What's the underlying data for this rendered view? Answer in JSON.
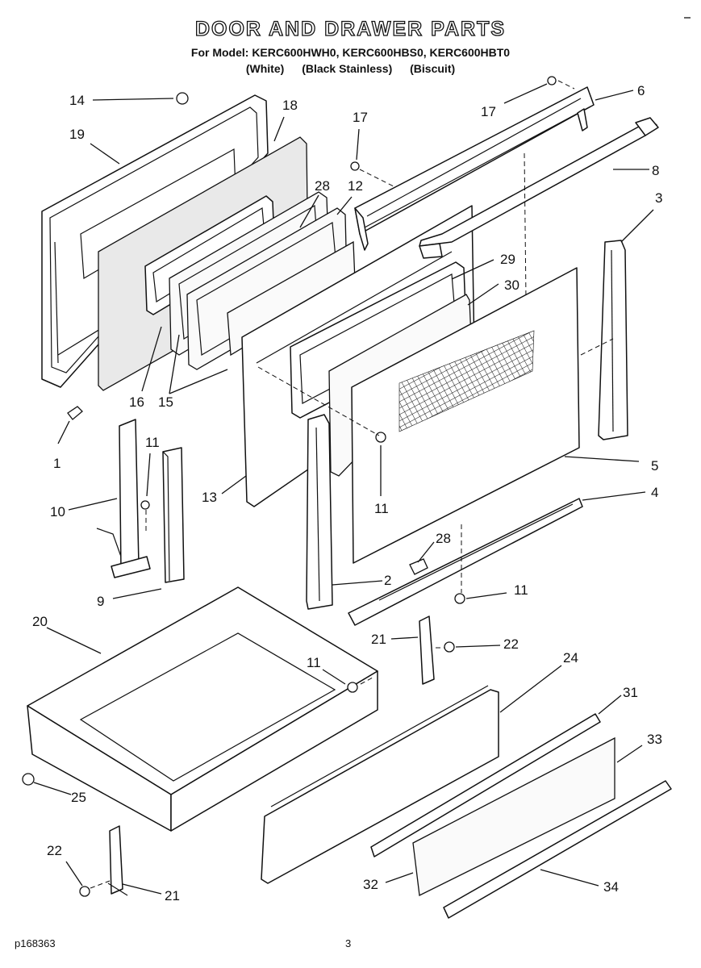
{
  "header": {
    "title": "DOOR AND DRAWER PARTS",
    "models": "For Model: KERC600HWH0, KERC600HBS0, KERC600HBT0",
    "colors": [
      "(White)",
      "(Black Stainless)",
      "(Biscuit)"
    ]
  },
  "footer": {
    "code": "p168363",
    "page": "3"
  },
  "parts": [
    {
      "id": "p14",
      "num": "14"
    },
    {
      "id": "p18",
      "num": "18"
    },
    {
      "id": "p19",
      "num": "19"
    },
    {
      "id": "p17a",
      "num": "17"
    },
    {
      "id": "p17b",
      "num": "17"
    },
    {
      "id": "p6",
      "num": "6"
    },
    {
      "id": "p8",
      "num": "8"
    },
    {
      "id": "p3",
      "num": "3"
    },
    {
      "id": "p28a",
      "num": "28"
    },
    {
      "id": "p12",
      "num": "12"
    },
    {
      "id": "p29",
      "num": "29"
    },
    {
      "id": "p30",
      "num": "30"
    },
    {
      "id": "p16",
      "num": "16"
    },
    {
      "id": "p15",
      "num": "15"
    },
    {
      "id": "p1",
      "num": "1"
    },
    {
      "id": "p11a",
      "num": "11"
    },
    {
      "id": "p10",
      "num": "10"
    },
    {
      "id": "p13",
      "num": "13"
    },
    {
      "id": "p11b",
      "num": "11"
    },
    {
      "id": "p5",
      "num": "5"
    },
    {
      "id": "p4",
      "num": "4"
    },
    {
      "id": "p28b",
      "num": "28"
    },
    {
      "id": "p9",
      "num": "9"
    },
    {
      "id": "p2",
      "num": "2"
    },
    {
      "id": "p11c",
      "num": "11"
    },
    {
      "id": "p20",
      "num": "20"
    },
    {
      "id": "p21a",
      "num": "21"
    },
    {
      "id": "p22a",
      "num": "22"
    },
    {
      "id": "p11d",
      "num": "11"
    },
    {
      "id": "p24",
      "num": "24"
    },
    {
      "id": "p31",
      "num": "31"
    },
    {
      "id": "p33",
      "num": "33"
    },
    {
      "id": "p25",
      "num": "25"
    },
    {
      "id": "p22b",
      "num": "22"
    },
    {
      "id": "p21b",
      "num": "21"
    },
    {
      "id": "p32",
      "num": "32"
    },
    {
      "id": "p34",
      "num": "34"
    }
  ]
}
